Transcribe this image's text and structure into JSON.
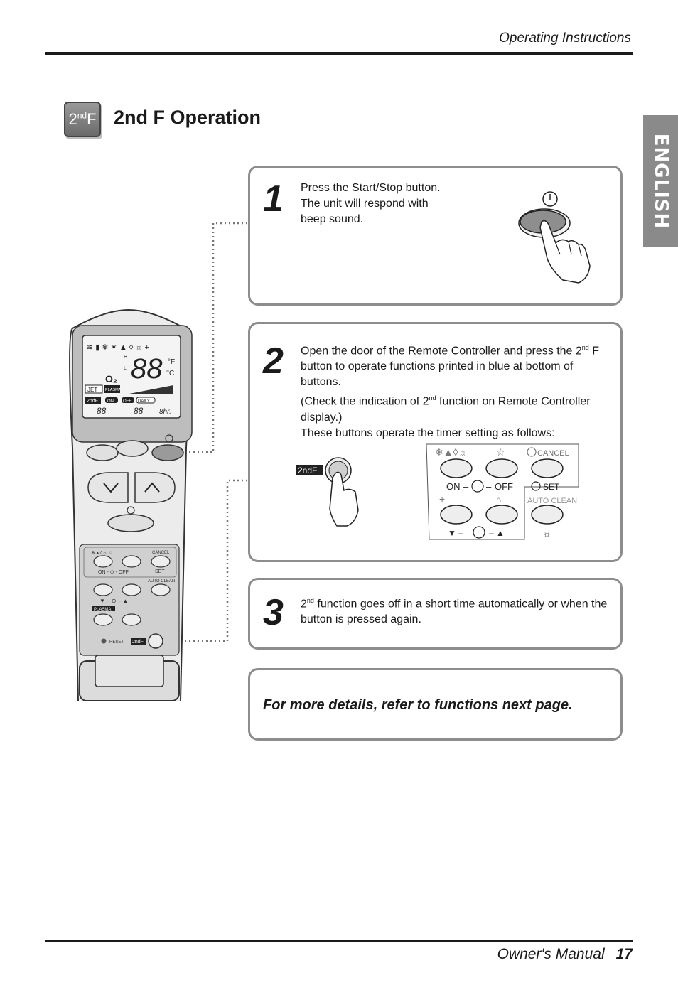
{
  "header": {
    "title": "Operating Instructions"
  },
  "side_tab": {
    "label": "ENGLISH"
  },
  "section": {
    "icon": {
      "name": "2nd-f-icon",
      "label": "2",
      "label_sup": "nd",
      "label_tail": "F"
    },
    "title": "2nd F Operation"
  },
  "steps": [
    {
      "number": "1",
      "lines": [
        "Press the Start/Stop button.",
        "The unit will respond with",
        "beep sound."
      ]
    },
    {
      "number": "2",
      "line1_a": "Open the door of the Remote Controller and press the 2",
      "line1_sup": "nd",
      "line1_b": " F",
      "line2": "button to operate functions printed in blue at bottom of",
      "line3": "buttons.",
      "line4_a": "(Check the indication of 2",
      "line4_sup": "nd",
      "line4_b": " function on Remote Controller",
      "line5": "display.)",
      "line6": "These buttons operate the timer setting as follows:"
    },
    {
      "number": "3",
      "line1_a": "2",
      "line1_sup": "nd",
      "line1_b": " function goes off in a short time automatically or when the",
      "line2": "button is pressed again."
    }
  ],
  "note": "For more details, refer to functions next page.",
  "remote": {
    "display": {
      "digits": "88",
      "unit_f": "°F",
      "unit_c": "°C",
      "o2": "O₂",
      "jet": "JET",
      "plasma": "PLASMA",
      "second_f": "2ndF",
      "on": "ON",
      "off": "OFF",
      "daily": "DAILY",
      "timer_digits": "88",
      "hours": "8hr.",
      "h": "H",
      "l": "L"
    },
    "panel": {
      "cancel": "CANCEL",
      "on_off": "ON - ⊙ - OFF",
      "set": "SET",
      "auto_clean": "AUTO CLEAN",
      "plasma": "PLASMA",
      "reset": "RESET",
      "second_f": "2ndF"
    }
  },
  "step2_diagram": {
    "badge": "2ndF",
    "cancel": "CANCEL",
    "on": "ON",
    "off": "OFF",
    "set": "SET",
    "auto_clean": "AUTO CLEAN"
  },
  "footer": {
    "manual": "Owner's Manual",
    "page": "17"
  }
}
